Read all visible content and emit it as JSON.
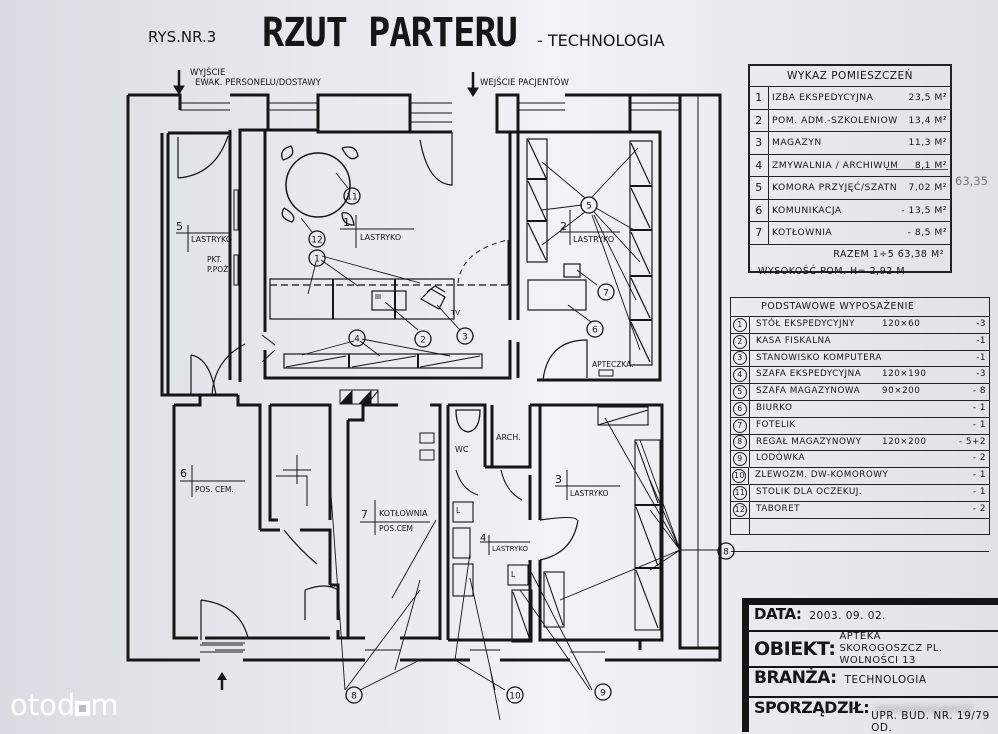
{
  "title": {
    "figure_number": "RYS.NR.3",
    "main": "RZUT PARTERU",
    "sub": "- TECHNOLOGIA"
  },
  "entrances": {
    "staff": [
      "WYJŚCIE",
      "EWAK. PERSONELU/DOSTAWY"
    ],
    "patients": "WEJŚCIE PACJENTÓW"
  },
  "plan_labels": {
    "room1": {
      "number": "1",
      "floor": "LASTRYKO"
    },
    "room2": {
      "number": "2",
      "floor": "LASTRYKO"
    },
    "room3": {
      "number": "3",
      "floor": "LASTRYKO"
    },
    "room4": {
      "number": "4",
      "floor": "LASTRYKO"
    },
    "room5": {
      "number": "5",
      "floor": "LASTRYKO"
    },
    "room6": {
      "number": "6",
      "floor": "POS. CEM."
    },
    "room7": {
      "number": "7",
      "name": "KOTŁOWNIA",
      "floor": "POS.CEM"
    },
    "fire_point": [
      "PKT.",
      "P.POŻ"
    ],
    "first_aid": "APTECZKA.",
    "wc": "WC",
    "archive": "ARCH.",
    "tv": "TV",
    "locker": "L"
  },
  "callouts": [
    "1",
    "2",
    "3",
    "4",
    "5",
    "6",
    "7",
    "8",
    "9",
    "10",
    "11",
    "12"
  ],
  "rooms_table": {
    "title": "WYKAZ POMIESZCZEŃ",
    "rows": [
      {
        "no": "1",
        "name": "IZBA EKSPEDYCYJNA",
        "area": "23,5 M²"
      },
      {
        "no": "2",
        "name": "POM. ADM.-SZKOLENIOWE",
        "area": "13,4 M²"
      },
      {
        "no": "3",
        "name": "MAGAZYN",
        "area": "11,3 M²"
      },
      {
        "no": "4",
        "name": "ZMYWALNIA / ARCHIWUM",
        "area": "8,1 M²"
      },
      {
        "no": "5",
        "name": "KOMORA PRZYJĘĆ/SZATNIA",
        "area": "7,02 M²"
      },
      {
        "no": "6",
        "name": "KOMUNIKACJA",
        "area": "- 13,5 M²"
      },
      {
        "no": "7",
        "name": "KOTŁOWNIA",
        "area": "- 8,5 M²"
      }
    ],
    "total": "RAZEM 1÷5 63,38 M²",
    "height": "WYSOKOŚĆ POM. H= 2,92 M",
    "pencil_note": "63,35"
  },
  "equipment_table": {
    "title": "PODSTAWOWE WYPOSAŻENIE",
    "rows": [
      {
        "no": "1",
        "name": "STÓŁ EKSPEDYCYJNY",
        "dim": "120×60",
        "qty": "-3"
      },
      {
        "no": "2",
        "name": "KASA FISKALNA",
        "dim": "",
        "qty": "-1"
      },
      {
        "no": "3",
        "name": "STANOWISKO KOMPUTERA",
        "dim": "",
        "qty": "-1"
      },
      {
        "no": "4",
        "name": "SZAFA EKSPEDYCYJNA",
        "dim": "120×190",
        "qty": "-3"
      },
      {
        "no": "5",
        "name": "SZAFA MAGAZYNOWA",
        "dim": "90×200",
        "qty": "- 8"
      },
      {
        "no": "6",
        "name": "BIURKO",
        "dim": "",
        "qty": "- 1"
      },
      {
        "no": "7",
        "name": "FOTELIK",
        "dim": "",
        "qty": "- 1"
      },
      {
        "no": "8",
        "name": "REGAŁ MAGAZYNOWY",
        "dim": "120×200",
        "qty": "- 5+2"
      },
      {
        "no": "9",
        "name": "LODÓWKA",
        "dim": "",
        "qty": "- 2"
      },
      {
        "no": "10",
        "name": "ZLEWOZM. DW-KOMOROWY",
        "dim": "",
        "qty": "- 1"
      },
      {
        "no": "11",
        "name": "STOLIK DLA OCZEKUJ.",
        "dim": "",
        "qty": "- 1"
      },
      {
        "no": "12",
        "name": "TABORET",
        "dim": "",
        "qty": "- 2"
      }
    ]
  },
  "title_block": {
    "date_label": "DATA:",
    "date_value": "2003. 09. 02.",
    "object_label": "OBIEKT:",
    "object_value": [
      "APTEKA",
      "SKOROGOSZCZ PL. WOLNOŚCI 13"
    ],
    "branch_label": "BRANŻA:",
    "branch_value": "TECHNOLOGIA",
    "author_label": "SPORZĄDZIŁ:",
    "author_value": "UPR. BUD. NR. 19/79 OD."
  },
  "watermark": {
    "left": "otod",
    "right": "m"
  },
  "colors": {
    "ink": "#161616",
    "paper": "#eceef1",
    "watermark": "#ffffff"
  }
}
